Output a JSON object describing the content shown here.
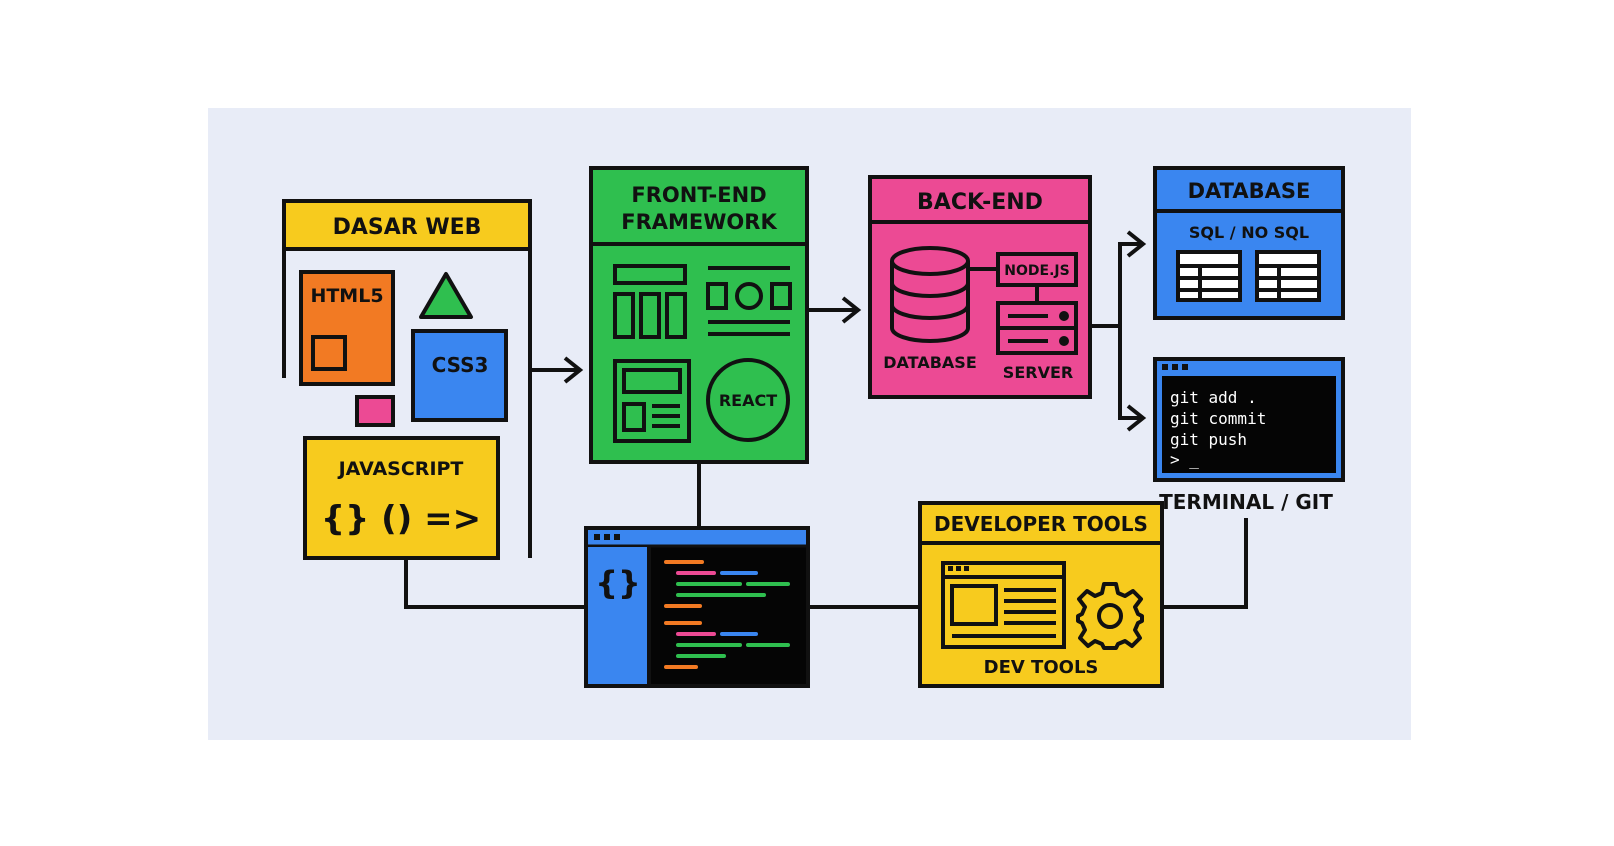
{
  "diagram": {
    "colors": {
      "background": "#e8ecf7",
      "stroke": "#111111",
      "yellow": "#f7cb1e",
      "orange": "#f27a23",
      "blue": "#3a86f0",
      "green": "#2fbf4f",
      "pink": "#ec4a94",
      "black": "#050505"
    },
    "dasar_web": {
      "title": "DASAR WEB",
      "html": "HTML5",
      "css": "CSS3",
      "js": "JAVASCRIPT",
      "js_symbols": "{} () =>"
    },
    "frontend": {
      "title_line1": "FRONT-END",
      "title_line2": "FRAMEWORK",
      "react": "REACT"
    },
    "backend": {
      "title": "BACK-END",
      "nodejs": "NODE.JS",
      "database": "DATABASE",
      "server": "SERVER"
    },
    "database": {
      "title": "DATABASE",
      "subtitle": "SQL / NO SQL"
    },
    "terminal": {
      "lines": [
        "git add .",
        "git commit",
        "git push",
        "> _"
      ],
      "label": "TERMINAL / GIT"
    },
    "code_editor": {
      "braces": "{}"
    },
    "devtools": {
      "title": "DEVELOPER TOOLS",
      "label": "DEV TOOLS"
    }
  }
}
